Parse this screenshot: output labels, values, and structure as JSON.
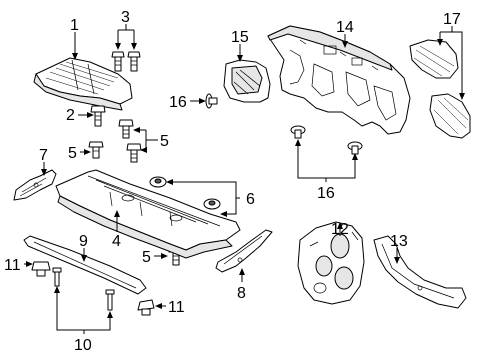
{
  "diagram": {
    "callouts": {
      "c1": "1",
      "c3": "3",
      "c2": "2",
      "c5a": "5",
      "c5b": "5",
      "c5c": "5",
      "c7": "7",
      "c4": "4",
      "c6": "6",
      "c9": "9",
      "c11a": "11",
      "c11b": "11",
      "c10": "10",
      "c8": "8",
      "c15": "15",
      "c14": "14",
      "c17": "17",
      "c16a": "16",
      "c16b": "16",
      "c12": "12",
      "c13": "13"
    }
  }
}
